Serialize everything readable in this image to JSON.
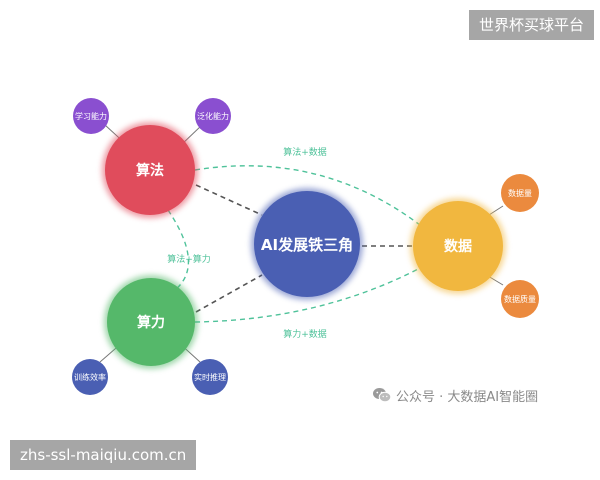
{
  "diagram": {
    "center": {
      "label": "AI发展铁三角",
      "color": "#4a5fb3"
    },
    "algorithm": {
      "label": "算法",
      "color": "#e04c5c"
    },
    "compute": {
      "label": "算力",
      "color": "#55b86a"
    },
    "data": {
      "label": "数据",
      "color": "#f1b73f"
    },
    "satellites": {
      "learning": {
        "label": "学习能力",
        "color": "#8a4fd0"
      },
      "generalization": {
        "label": "泛化能力",
        "color": "#8a4fd0"
      },
      "training": {
        "label": "训练效率",
        "color": "#4a5fb3"
      },
      "inference": {
        "label": "实时推理",
        "color": "#4a5fb3"
      },
      "quantity": {
        "label": "数据量",
        "color": "#eb8a3e"
      },
      "quality": {
        "label": "数据质量",
        "color": "#eb8a3e"
      }
    },
    "edge_labels": {
      "algo_data": "算法+数据",
      "algo_compute": "算法+算力",
      "compute_data": "算力+数据"
    },
    "edge_color": "#4fc29a",
    "connector_color": "#555555"
  },
  "watermarks": {
    "top": "世界杯买球平台",
    "bottom": "zhs-ssl-maiqiu.com.cn"
  },
  "credit": {
    "text": "公众号 · 大数据AI智能圈",
    "icon": "wechat-icon"
  }
}
